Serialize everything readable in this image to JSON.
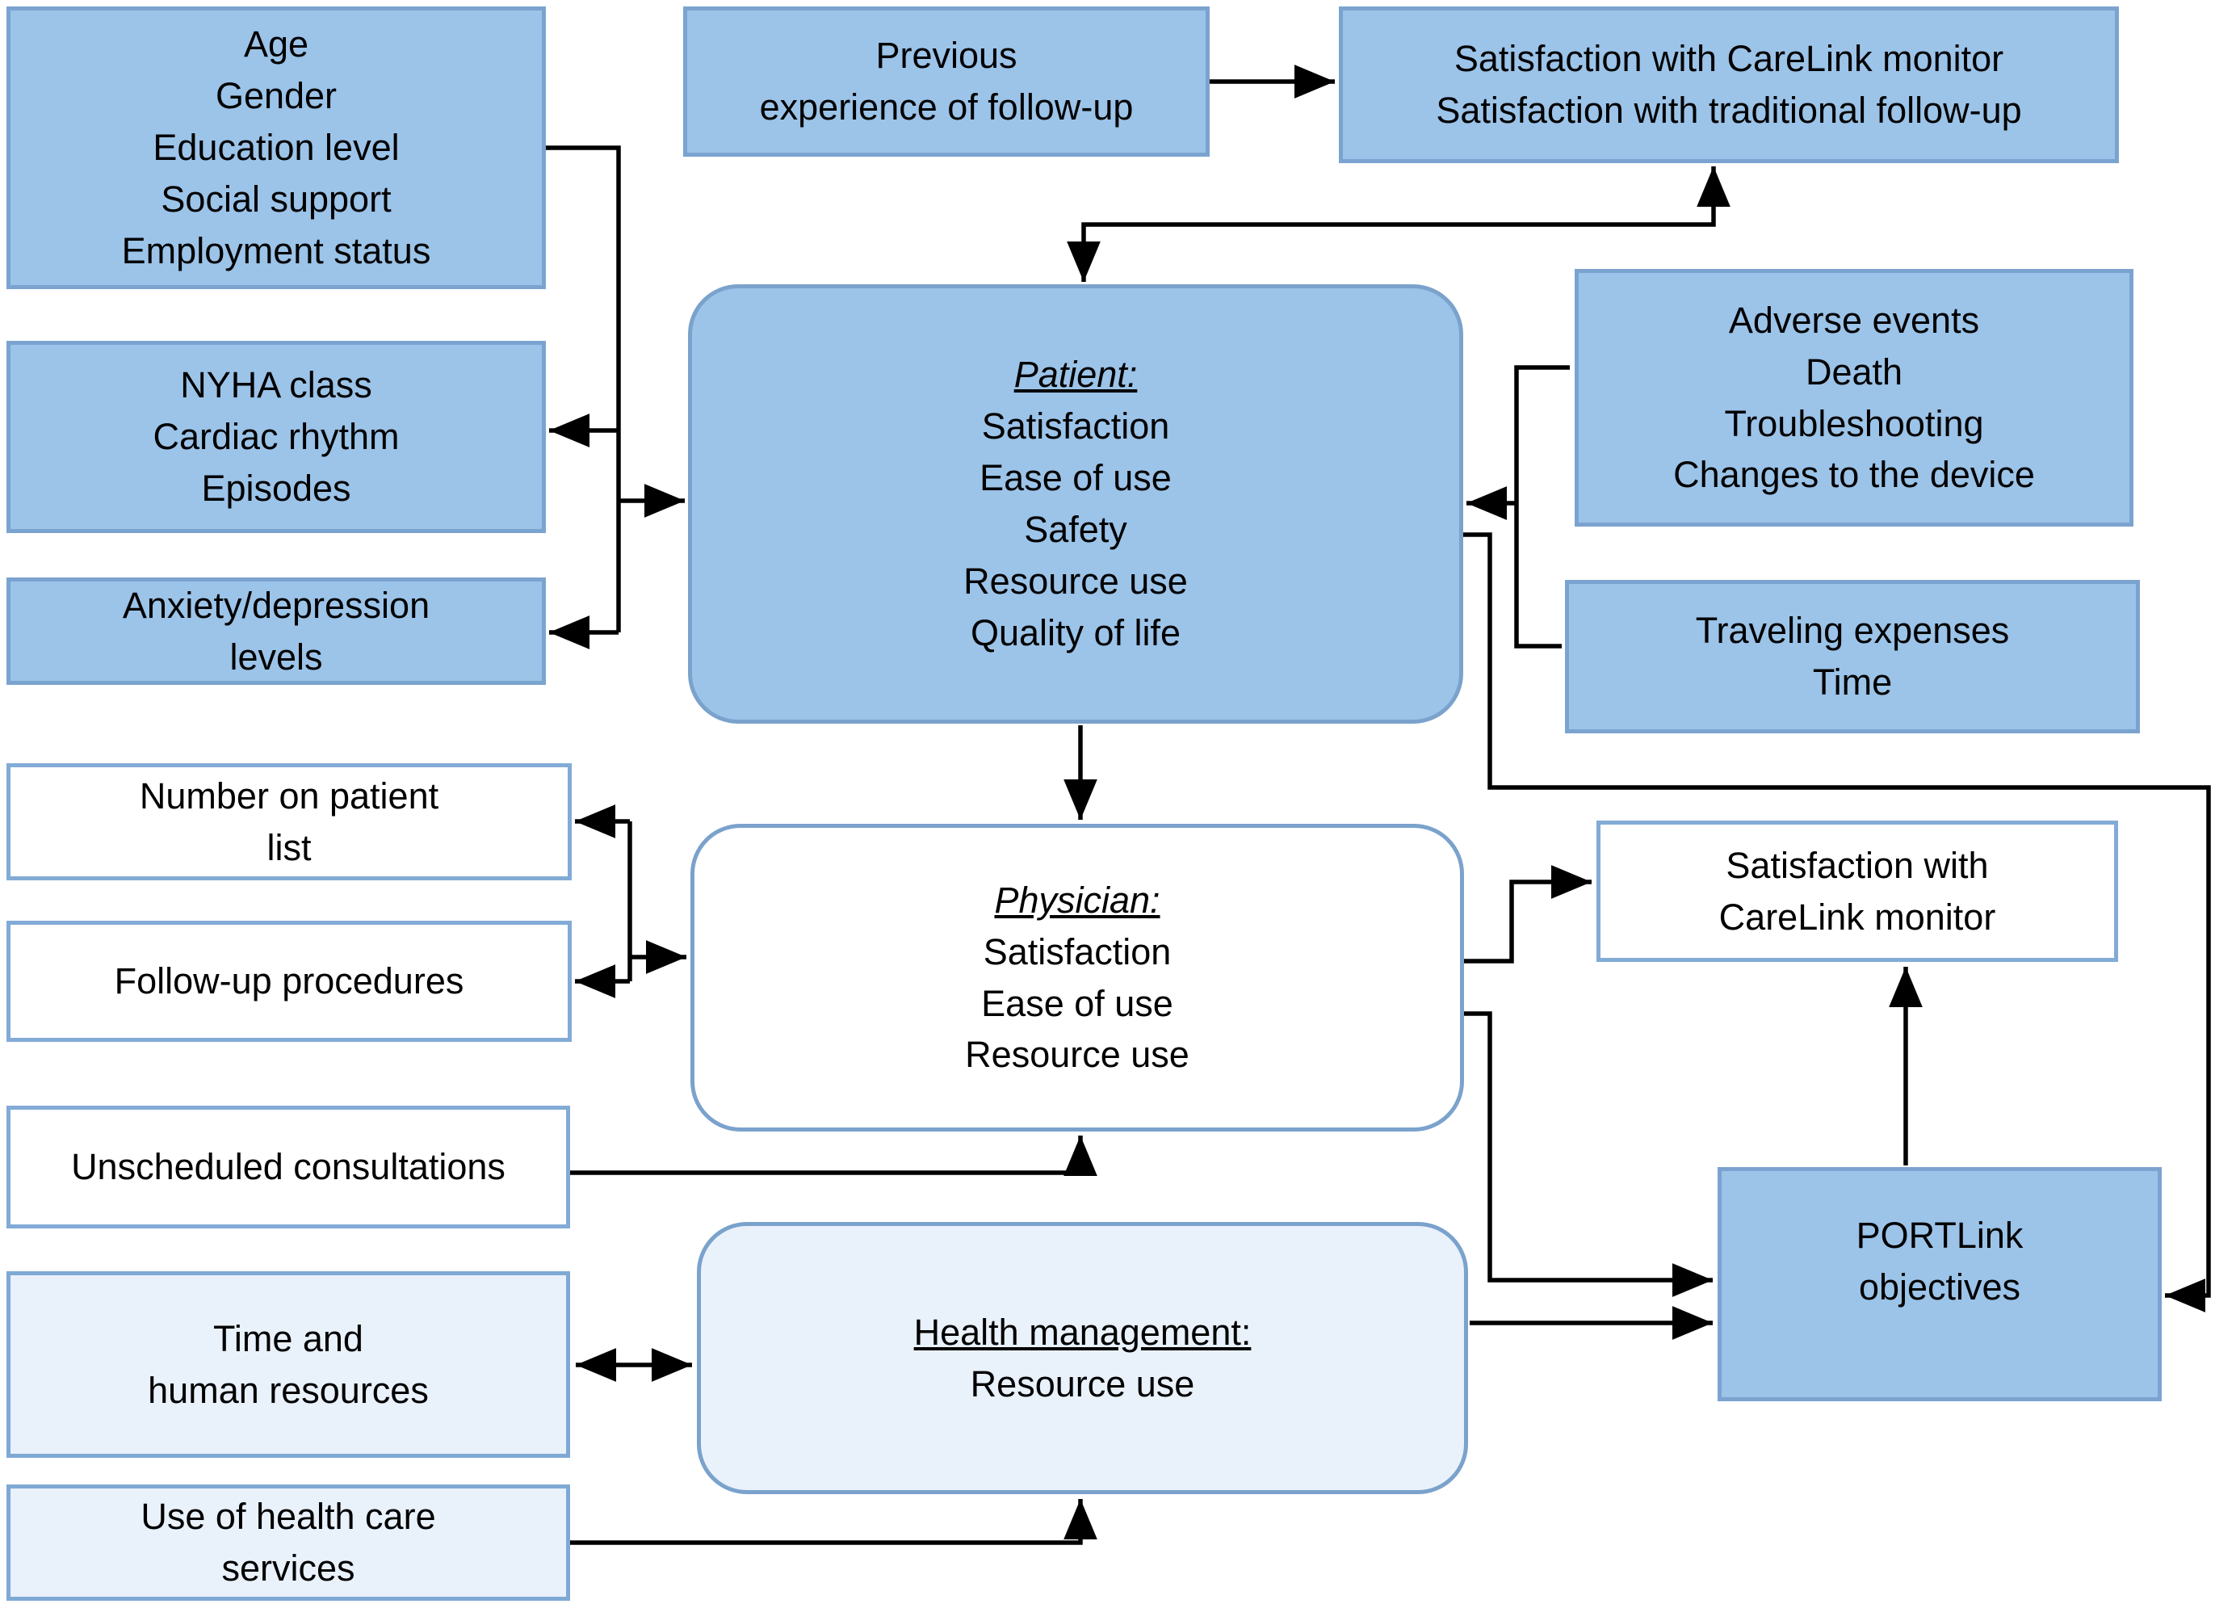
{
  "diagram": {
    "description": "Study outcomes flowchart for CareLink remote monitoring vs traditional follow-up (PORTLink)",
    "background": "#ffffff",
    "colors": {
      "background": "#ffffff",
      "box_blue": "#9cc3e8",
      "box_blue_border": "#7ba3d0",
      "box_white": "#ffffff",
      "box_white_border": "#82abd6",
      "box_light": "#e9f1fb",
      "box_light_border": "#7fa9d4",
      "box_rounded_border": "#7aa2cc",
      "line": "#000000"
    },
    "nodes": {
      "demographics": {
        "lines": [
          "Age",
          "Gender",
          "Education level",
          "Social support",
          "Employment status"
        ]
      },
      "previous_experience": {
        "lines": [
          "Previous",
          "experience of follow-up"
        ]
      },
      "satisfaction_followup": {
        "lines": [
          "Satisfaction with CareLink monitor",
          "Satisfaction with traditional follow-up"
        ]
      },
      "nyha": {
        "lines": [
          "NYHA class",
          "Cardiac rhythm",
          "Episodes"
        ]
      },
      "anxiety_depression": {
        "lines": [
          "Anxiety/depression",
          "levels"
        ]
      },
      "patient": {
        "title": "Patient:",
        "lines": [
          "Satisfaction",
          "Ease of use",
          "Safety",
          "Resource use",
          "Quality of life"
        ]
      },
      "adverse_events": {
        "lines": [
          "Adverse events",
          "Death",
          "Troubleshooting",
          "Changes to the device"
        ]
      },
      "traveling_expenses": {
        "lines": [
          "Traveling expenses",
          "Time"
        ]
      },
      "patient_list": {
        "lines": [
          "Number on patient",
          "list"
        ]
      },
      "followup_procedures": {
        "lines": [
          "Follow-up procedures"
        ]
      },
      "unscheduled_consultations": {
        "lines": [
          "Unscheduled consultations"
        ]
      },
      "physician": {
        "title": "Physician:",
        "lines": [
          "Satisfaction",
          "Ease of use",
          "Resource use"
        ]
      },
      "satisfaction_carelink": {
        "lines": [
          "Satisfaction with",
          "CareLink monitor"
        ]
      },
      "time_human_resources": {
        "lines": [
          "Time and",
          "human resources"
        ]
      },
      "health_management": {
        "title": "Health management:",
        "lines": [
          "Resource use"
        ]
      },
      "portlink": {
        "lines": [
          "PORTLink",
          "objectives"
        ]
      },
      "health_care_services": {
        "lines": [
          "Use of health care",
          "services"
        ]
      }
    },
    "edges": [
      {
        "from": "demographics",
        "to": "nyha",
        "type": "arrow"
      },
      {
        "from": "demographics",
        "to": "anxiety_depression",
        "type": "arrow"
      },
      {
        "from": "demographics",
        "to": "patient",
        "type": "arrow"
      },
      {
        "from": "previous_experience",
        "to": "satisfaction_followup",
        "type": "arrow"
      },
      {
        "from": "patient",
        "to": "satisfaction_followup",
        "type": "double-arrow"
      },
      {
        "from": "adverse_events",
        "to": "patient",
        "type": "arrow"
      },
      {
        "from": "traveling_expenses",
        "to": "patient",
        "type": "arrow"
      },
      {
        "from": "patient",
        "to": "physician",
        "type": "arrow"
      },
      {
        "from": "patient",
        "to": "portlink",
        "type": "arrow"
      },
      {
        "from": "physician",
        "to": "patient_list",
        "type": "arrow"
      },
      {
        "from": "physician",
        "to": "followup_procedures",
        "type": "arrow"
      },
      {
        "from": "unscheduled_consultations",
        "to": "physician",
        "type": "arrow"
      },
      {
        "from": "physician",
        "to": "satisfaction_carelink",
        "type": "arrow"
      },
      {
        "from": "physician",
        "to": "portlink",
        "type": "arrow"
      },
      {
        "from": "time_human_resources",
        "to": "health_management",
        "type": "double-arrow"
      },
      {
        "from": "health_care_services",
        "to": "health_management",
        "type": "arrow"
      },
      {
        "from": "health_management",
        "to": "portlink",
        "type": "arrow"
      },
      {
        "from": "portlink",
        "to": "satisfaction_carelink",
        "type": "arrow"
      }
    ]
  }
}
